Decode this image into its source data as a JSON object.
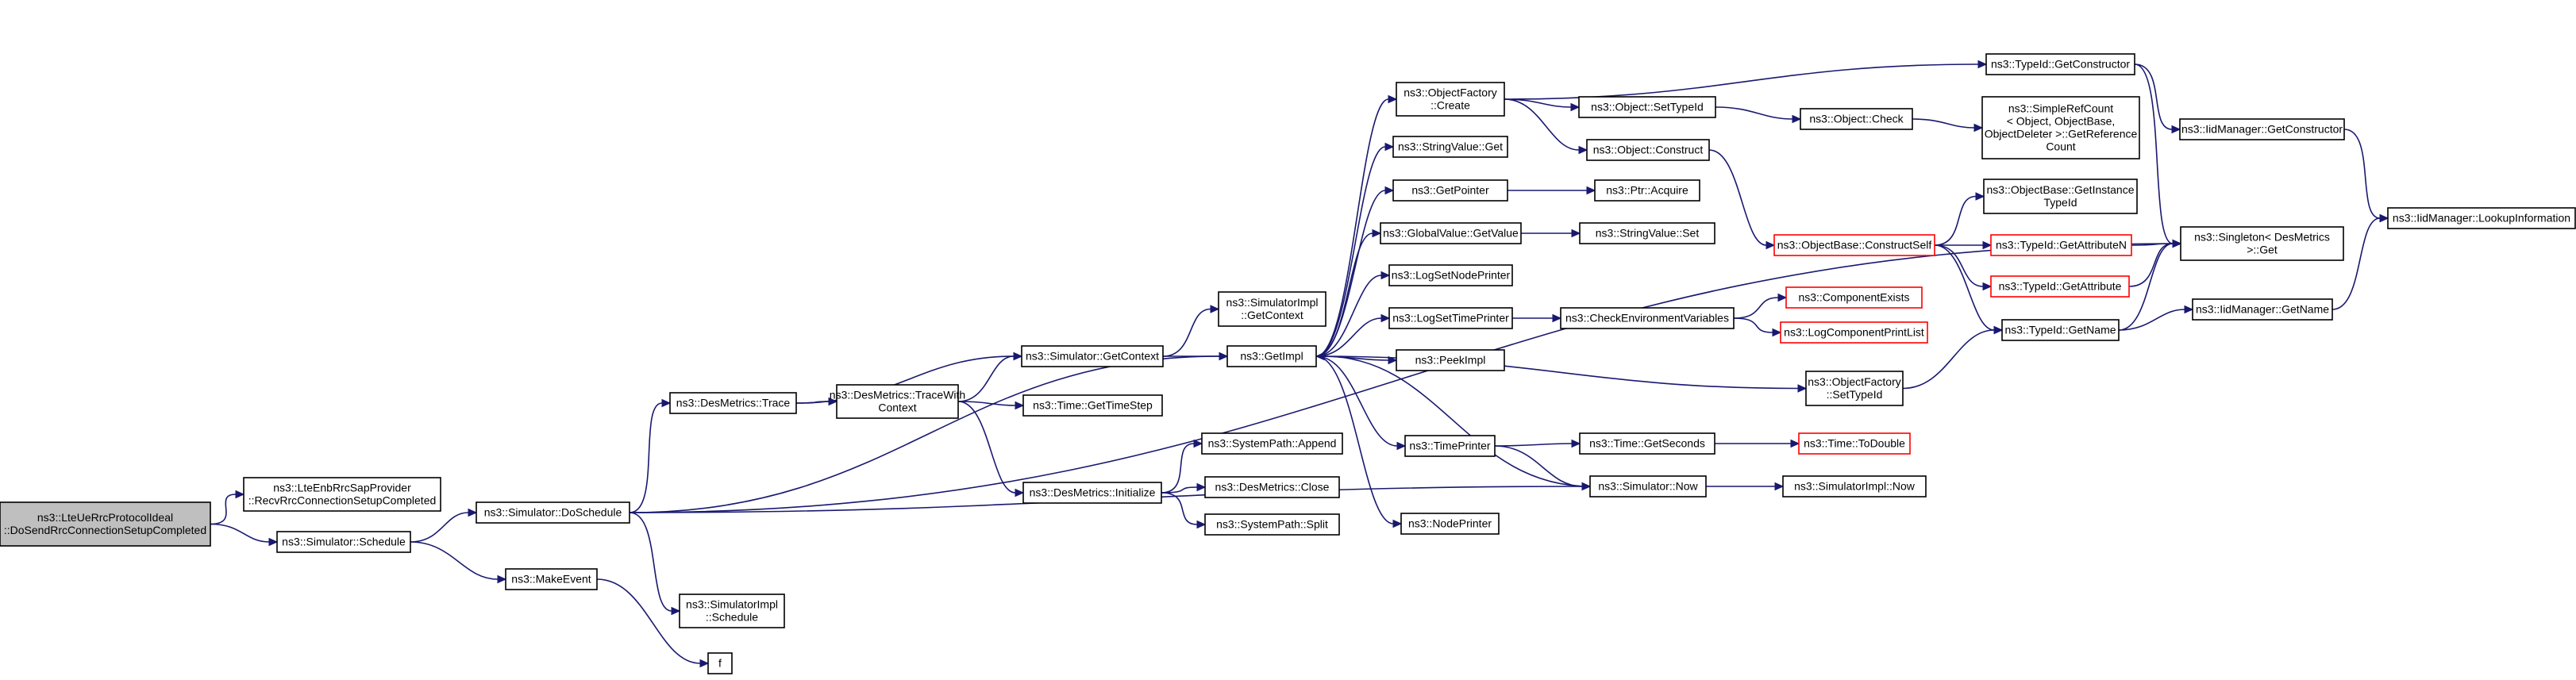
{
  "nodes": [
    {
      "id": "root",
      "lines": [
        "ns3::LteUeRrcProtocolIdeal",
        "::DoSendRrcConnectionSetupCompleted"
      ],
      "root": true
    },
    {
      "id": "enbsap",
      "lines": [
        "ns3::LteEnbRrcSapProvider",
        "::RecvRrcConnectionSetupCompleted"
      ]
    },
    {
      "id": "schedule",
      "lines": [
        "ns3::Simulator::Schedule"
      ]
    },
    {
      "id": "doschedule",
      "lines": [
        "ns3::Simulator::DoSchedule"
      ]
    },
    {
      "id": "makeevent",
      "lines": [
        "ns3::MakeEvent"
      ]
    },
    {
      "id": "f",
      "lines": [
        "f"
      ]
    },
    {
      "id": "simimplschedule",
      "lines": [
        "ns3::SimulatorImpl",
        "::Schedule"
      ]
    },
    {
      "id": "destrace",
      "lines": [
        "ns3::DesMetrics::Trace"
      ]
    },
    {
      "id": "destracewith",
      "lines": [
        "ns3::DesMetrics::TraceWith",
        "Context"
      ]
    },
    {
      "id": "desinit",
      "lines": [
        "ns3::DesMetrics::Initialize"
      ]
    },
    {
      "id": "getcontext",
      "lines": [
        "ns3::Simulator::GetContext"
      ]
    },
    {
      "id": "gettimestep",
      "lines": [
        "ns3::Time::GetTimeStep"
      ]
    },
    {
      "id": "append",
      "lines": [
        "ns3::SystemPath::Append"
      ]
    },
    {
      "id": "desclose",
      "lines": [
        "ns3::DesMetrics::Close"
      ]
    },
    {
      "id": "split",
      "lines": [
        "ns3::SystemPath::Split"
      ]
    },
    {
      "id": "simimplgetcontext",
      "lines": [
        "ns3::SimulatorImpl",
        "::GetContext"
      ]
    },
    {
      "id": "getimpl",
      "lines": [
        "ns3::GetImpl"
      ]
    },
    {
      "id": "ofcreate",
      "lines": [
        "ns3::ObjectFactory",
        "::Create"
      ]
    },
    {
      "id": "stringvalueget",
      "lines": [
        "ns3::StringValue::Get"
      ]
    },
    {
      "id": "getpointer",
      "lines": [
        "ns3::GetPointer"
      ]
    },
    {
      "id": "globalvalue",
      "lines": [
        "ns3::GlobalValue::GetValue"
      ]
    },
    {
      "id": "logsetnode",
      "lines": [
        "ns3::LogSetNodePrinter"
      ]
    },
    {
      "id": "logsettime",
      "lines": [
        "ns3::LogSetTimePrinter"
      ]
    },
    {
      "id": "peekimpl",
      "lines": [
        "ns3::PeekImpl"
      ]
    },
    {
      "id": "timeprinter",
      "lines": [
        "ns3::TimePrinter"
      ]
    },
    {
      "id": "nodeprinter",
      "lines": [
        "ns3::NodePrinter"
      ]
    },
    {
      "id": "setobjtypeid",
      "lines": [
        "ns3::Object::SetTypeId"
      ]
    },
    {
      "id": "objconstruct",
      "lines": [
        "ns3::Object::Construct"
      ]
    },
    {
      "id": "ptracquire",
      "lines": [
        "ns3::Ptr::Acquire"
      ]
    },
    {
      "id": "stringvalueset",
      "lines": [
        "ns3::StringValue::Set"
      ]
    },
    {
      "id": "checkenv",
      "lines": [
        "ns3::CheckEnvironmentVariables"
      ]
    },
    {
      "id": "getseconds",
      "lines": [
        "ns3::Time::GetSeconds"
      ]
    },
    {
      "id": "simnow",
      "lines": [
        "ns3::Simulator::Now"
      ]
    },
    {
      "id": "tidgetctor",
      "lines": [
        "ns3::TypeId::GetConstructor"
      ]
    },
    {
      "id": "objcheck",
      "lines": [
        "ns3::Object::Check"
      ]
    },
    {
      "id": "simplerefcount",
      "lines": [
        "ns3::SimpleRefCount",
        "< Object, ObjectBase,",
        "ObjectDeleter >::GetReference",
        "Count"
      ]
    },
    {
      "id": "objbasegetinst",
      "lines": [
        "ns3::ObjectBase::GetInstance",
        "TypeId"
      ]
    },
    {
      "id": "constructself",
      "lines": [
        "ns3::ObjectBase::ConstructSelf"
      ],
      "truncated": true
    },
    {
      "id": "compexists",
      "lines": [
        "ns3::ComponentExists"
      ],
      "truncated": true
    },
    {
      "id": "logcomplist",
      "lines": [
        "ns3::LogComponentPrintList"
      ],
      "truncated": true
    },
    {
      "id": "ofsettypeid",
      "lines": [
        "ns3::ObjectFactory",
        "::SetTypeId"
      ]
    },
    {
      "id": "todouble",
      "lines": [
        "ns3::Time::ToDouble"
      ],
      "truncated": true
    },
    {
      "id": "simimplnow",
      "lines": [
        "ns3::SimulatorImpl::Now"
      ]
    },
    {
      "id": "getattrn",
      "lines": [
        "ns3::TypeId::GetAttributeN"
      ],
      "truncated": true
    },
    {
      "id": "getattr",
      "lines": [
        "ns3::TypeId::GetAttribute"
      ],
      "truncated": true
    },
    {
      "id": "tidgetname",
      "lines": [
        "ns3::TypeId::GetName"
      ]
    },
    {
      "id": "iidgetctor",
      "lines": [
        "ns3::IidManager::GetConstructor"
      ]
    },
    {
      "id": "singleton",
      "lines": [
        "ns3::Singleton< DesMetrics",
        " >::Get"
      ]
    },
    {
      "id": "iidgetname",
      "lines": [
        "ns3::IidManager::GetName"
      ]
    },
    {
      "id": "lookupinfo",
      "lines": [
        "ns3::IidManager::LookupInformation"
      ]
    }
  ],
  "edges": [
    [
      "root",
      "enbsap"
    ],
    [
      "root",
      "schedule"
    ],
    [
      "schedule",
      "doschedule"
    ],
    [
      "schedule",
      "makeevent"
    ],
    [
      "makeevent",
      "f"
    ],
    [
      "doschedule",
      "destrace"
    ],
    [
      "doschedule",
      "simimplschedule"
    ],
    [
      "doschedule",
      "getimpl"
    ],
    [
      "doschedule",
      "singleton"
    ],
    [
      "doschedule",
      "simnow"
    ],
    [
      "destrace",
      "getcontext"
    ],
    [
      "destrace",
      "destracewith"
    ],
    [
      "destracewith",
      "getcontext"
    ],
    [
      "destracewith",
      "gettimestep"
    ],
    [
      "destracewith",
      "desinit"
    ],
    [
      "desinit",
      "append"
    ],
    [
      "desinit",
      "desclose"
    ],
    [
      "desinit",
      "split"
    ],
    [
      "getcontext",
      "simimplgetcontext"
    ],
    [
      "getcontext",
      "getimpl"
    ],
    [
      "getimpl",
      "ofcreate"
    ],
    [
      "getimpl",
      "stringvalueget"
    ],
    [
      "getimpl",
      "getpointer"
    ],
    [
      "getimpl",
      "globalvalue"
    ],
    [
      "getimpl",
      "logsetnode"
    ],
    [
      "getimpl",
      "logsettime"
    ],
    [
      "getimpl",
      "peekimpl"
    ],
    [
      "getimpl",
      "timeprinter"
    ],
    [
      "getimpl",
      "nodeprinter"
    ],
    [
      "getimpl",
      "ofsettypeid"
    ],
    [
      "ofcreate",
      "tidgetctor"
    ],
    [
      "ofcreate",
      "setobjtypeid"
    ],
    [
      "ofcreate",
      "objconstruct"
    ],
    [
      "setobjtypeid",
      "objcheck"
    ],
    [
      "objcheck",
      "simplerefcount"
    ],
    [
      "objconstruct",
      "constructself"
    ],
    [
      "getpointer",
      "ptracquire"
    ],
    [
      "globalvalue",
      "stringvalueset"
    ],
    [
      "logsettime",
      "checkenv"
    ],
    [
      "checkenv",
      "compexists"
    ],
    [
      "checkenv",
      "logcomplist"
    ],
    [
      "timeprinter",
      "getseconds"
    ],
    [
      "timeprinter",
      "simnow"
    ],
    [
      "getseconds",
      "todouble"
    ],
    [
      "simnow",
      "simimplnow"
    ],
    [
      "simnow",
      "getimpl"
    ],
    [
      "constructself",
      "objbasegetinst"
    ],
    [
      "constructself",
      "getattrn"
    ],
    [
      "constructself",
      "getattr"
    ],
    [
      "constructself",
      "tidgetname"
    ],
    [
      "getattrn",
      "singleton"
    ],
    [
      "getattr",
      "singleton"
    ],
    [
      "tidgetname",
      "singleton"
    ],
    [
      "tidgetname",
      "iidgetname"
    ],
    [
      "tidgetctor",
      "iidgetctor"
    ],
    [
      "tidgetctor",
      "singleton"
    ],
    [
      "iidgetctor",
      "lookupinfo"
    ],
    [
      "iidgetname",
      "lookupinfo"
    ],
    [
      "ofsettypeid",
      "tidgetname"
    ]
  ]
}
